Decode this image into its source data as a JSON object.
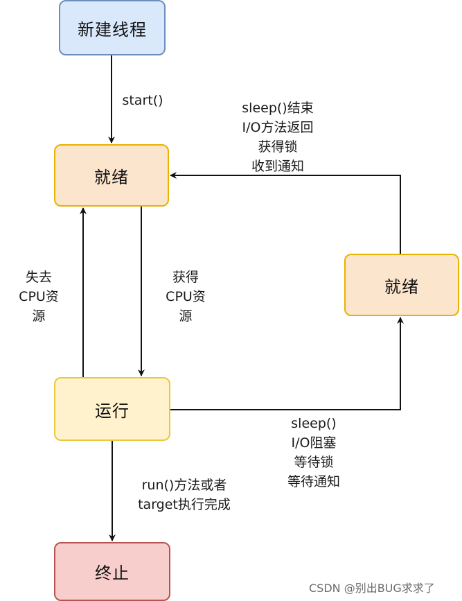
{
  "nodes": {
    "new_thread": "新建线程",
    "ready_left": "就绪",
    "ready_right": "就绪",
    "running": "运行",
    "terminated": "终止"
  },
  "edges": {
    "start": [
      "start()"
    ],
    "wake": [
      "sleep()结束",
      "I/O方法返回",
      "获得锁",
      "收到通知"
    ],
    "get_cpu": [
      "获得",
      "CPU资",
      "源"
    ],
    "lose_cpu": [
      "失去",
      "CPU资",
      "源"
    ],
    "block": [
      "sleep()",
      "I/O阻塞",
      "等待锁",
      "等待通知"
    ],
    "finish": [
      "run()方法或者",
      "target执行完成"
    ]
  },
  "watermark": "CSDN @别出BUG求求了"
}
